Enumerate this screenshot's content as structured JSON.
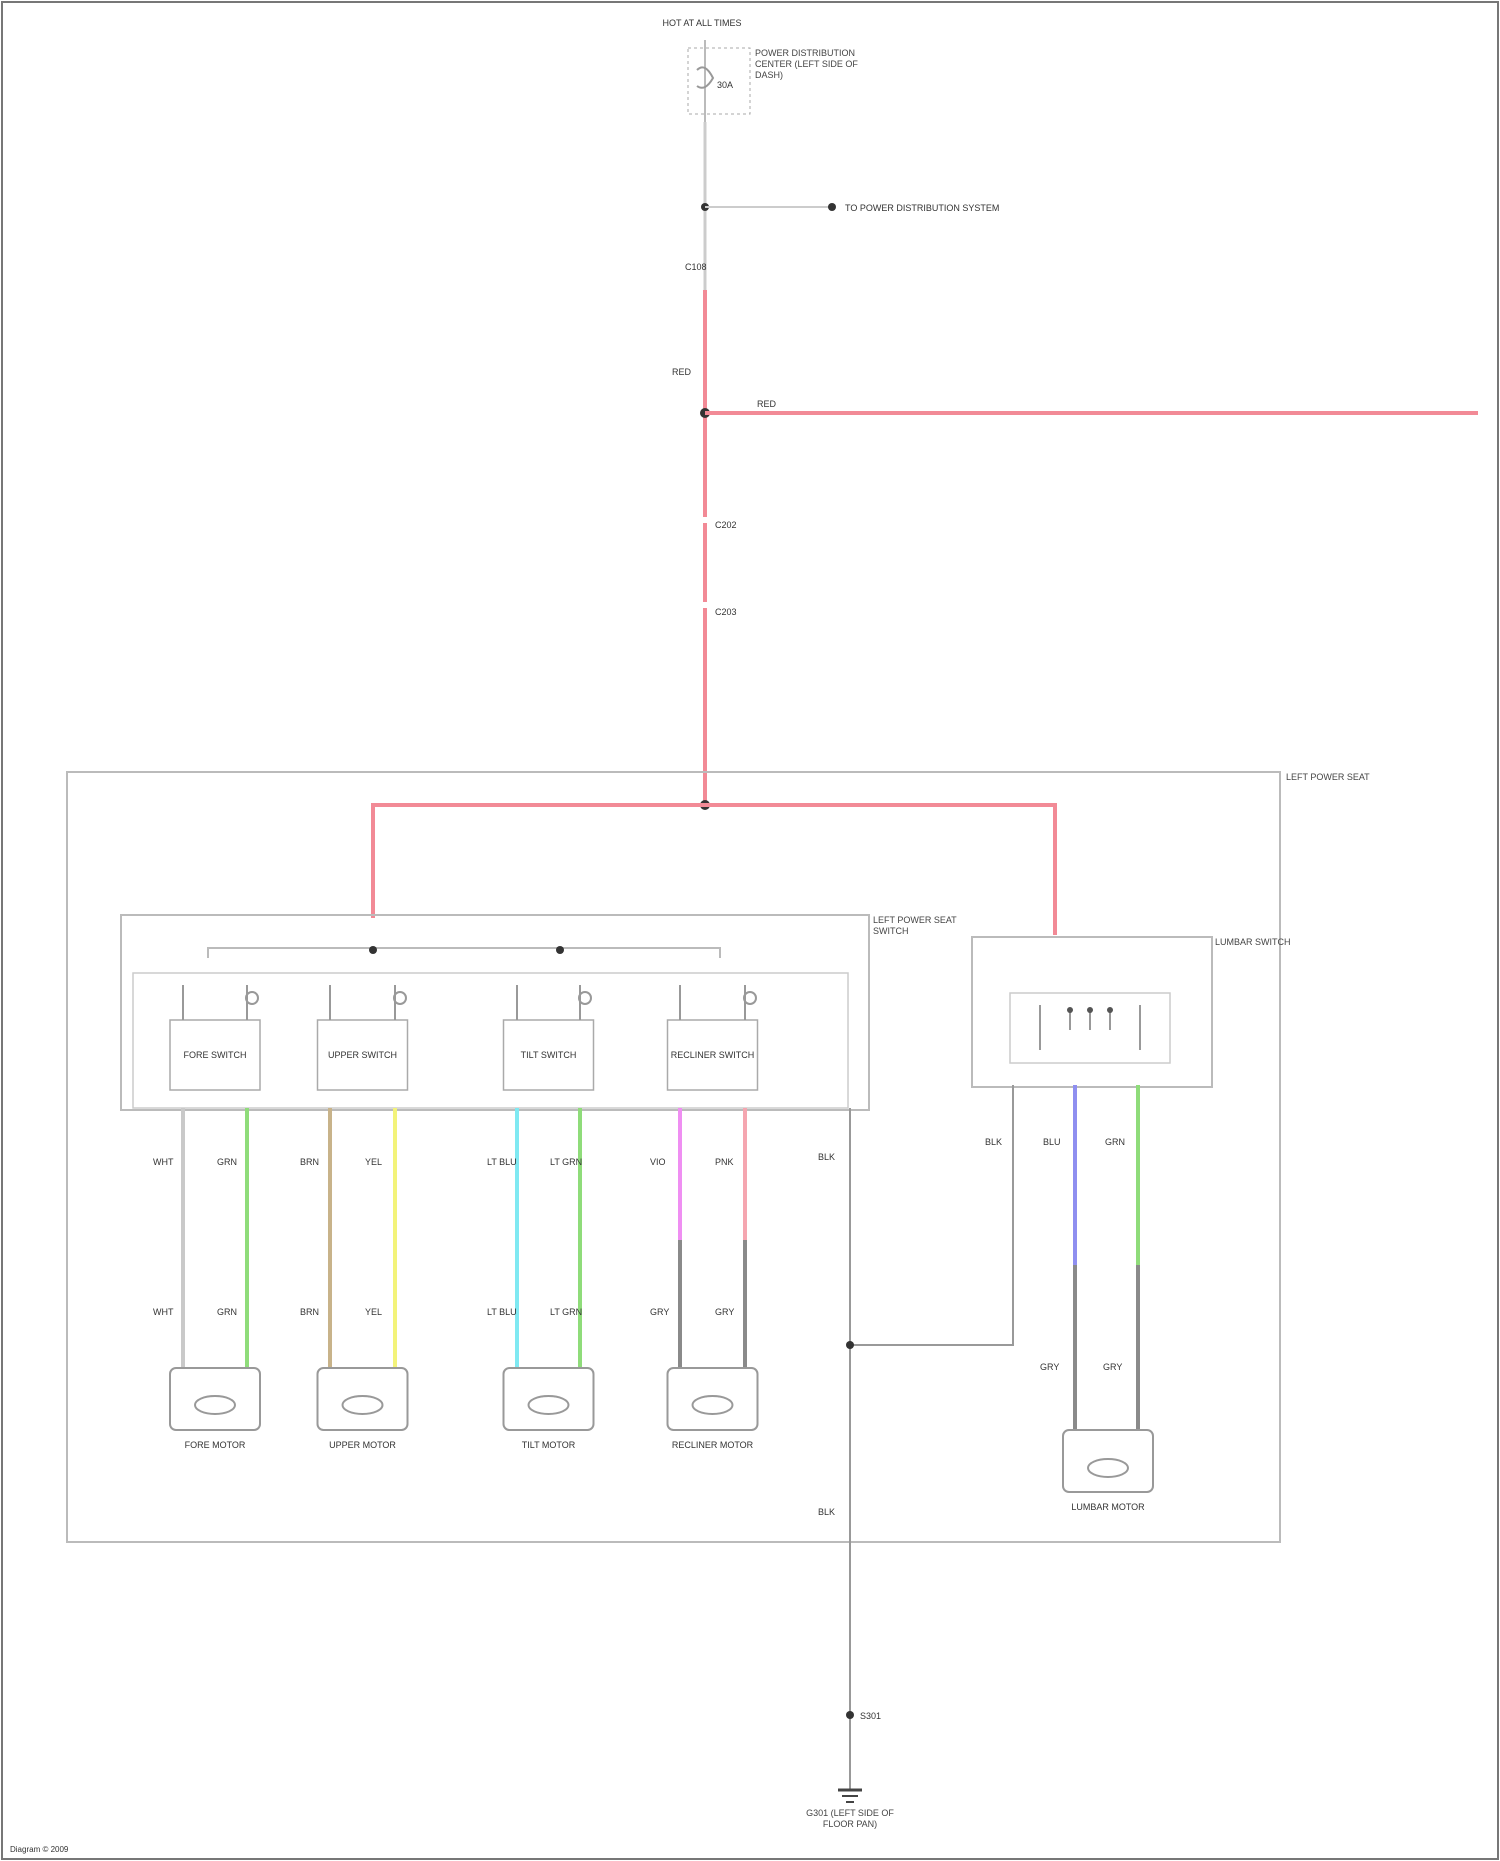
{
  "colors": {
    "power_red": "#f28a96",
    "wire_white": "#c9c9c9",
    "wire_green": "#8fdc7a",
    "wire_tan": "#c8b38a",
    "wire_yellow": "#f3f37a",
    "wire_cyan": "#7fe9f2",
    "wire_violet": "#ef8ff2",
    "wire_pink": "#f5a6b0",
    "wire_blue": "#8f8ff0",
    "wire_gray": "#8a8a8a",
    "frame": "#bbbbbb"
  },
  "labels": {
    "fuse_caption": "HOT AT ALL TIMES",
    "fuse_box_caption": "POWER DISTRIBUTION CENTER (LEFT SIDE OF DASH)",
    "fuse_id": "30A",
    "feed_to_label": "TO POWER DISTRIBUTION SYSTEM",
    "connector_a": "C108",
    "connector_b": "C202",
    "connector_c": "C203",
    "wire_feed": "RED",
    "wire_branch": "RED",
    "seat_caption": "LEFT POWER SEAT",
    "seat_switch_caption": "LEFT POWER SEAT SWITCH",
    "lumbar_switch_caption": "LUMBAR SWITCH",
    "ground_wire": "BLK",
    "ground_splice": "S301",
    "ground_caption": "G301 (LEFT SIDE OF FLOOR PAN)",
    "footer": "Diagram © 2009"
  },
  "switches": [
    {
      "name": "FORE SWITCH",
      "wire_a": "WHT",
      "wire_b": "GRN",
      "motor": "FORE MOTOR",
      "motor_wire_a": "WHT",
      "motor_wire_b": "GRN"
    },
    {
      "name": "UPPER SWITCH",
      "wire_a": "BRN",
      "wire_b": "YEL",
      "motor": "UPPER MOTOR",
      "motor_wire_a": "BRN",
      "motor_wire_b": "YEL"
    },
    {
      "name": "TILT SWITCH",
      "wire_a": "LT BLU",
      "wire_b": "LT GRN",
      "motor": "TILT MOTOR",
      "motor_wire_a": "LT BLU",
      "motor_wire_b": "LT GRN"
    },
    {
      "name": "RECLINER SWITCH",
      "wire_a": "VIO",
      "wire_b": "PNK",
      "motor": "RECLINER MOTOR",
      "motor_wire_a": "GRY",
      "motor_wire_b": "GRY"
    }
  ],
  "lumbar": {
    "wire_a": "BLU",
    "wire_b": "GRN",
    "ground": "BLK",
    "motor": "LUMBAR MOTOR",
    "motor_wire_a": "GRY",
    "motor_wire_b": "GRY"
  }
}
